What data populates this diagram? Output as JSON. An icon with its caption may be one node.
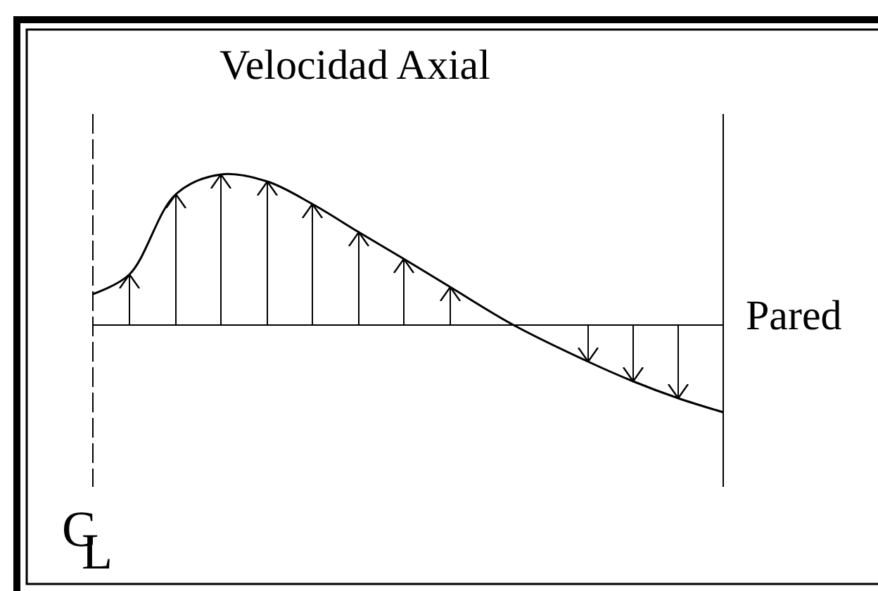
{
  "diagram": {
    "title": "Velocidad Axial",
    "labels": [
      "Pared",
      "C",
      "L"
    ]
  }
}
